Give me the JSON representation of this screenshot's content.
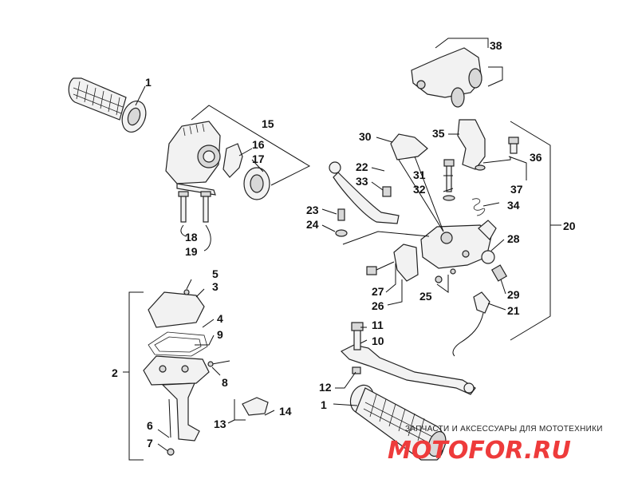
{
  "diagram": {
    "callouts": {
      "c1a": "1",
      "c1b": "1",
      "c2": "2",
      "c3": "3",
      "c4": "4",
      "c5": "5",
      "c6": "6",
      "c7": "7",
      "c8": "8",
      "c9": "9",
      "c10": "10",
      "c11": "11",
      "c12": "12",
      "c13": "13",
      "c14": "14",
      "c15": "15",
      "c16": "16",
      "c17": "17",
      "c18": "18",
      "c19": "19",
      "c20": "20",
      "c21": "21",
      "c22": "22",
      "c23": "23",
      "c24": "24",
      "c25": "25",
      "c26": "26",
      "c27": "27",
      "c28": "28",
      "c29": "29",
      "c30": "30",
      "c31": "31",
      "c32": "32",
      "c33": "33",
      "c34": "34",
      "c35": "35",
      "c36": "36",
      "c37": "37",
      "c38": "38"
    }
  },
  "watermark": {
    "tagline": "ЗАПЧАСТИ И АКСЕССУАРЫ ДЛЯ МОТОТЕХНИКИ",
    "logo": "MOTOFOR.RU",
    "logo_color": "#ee3b3b"
  }
}
